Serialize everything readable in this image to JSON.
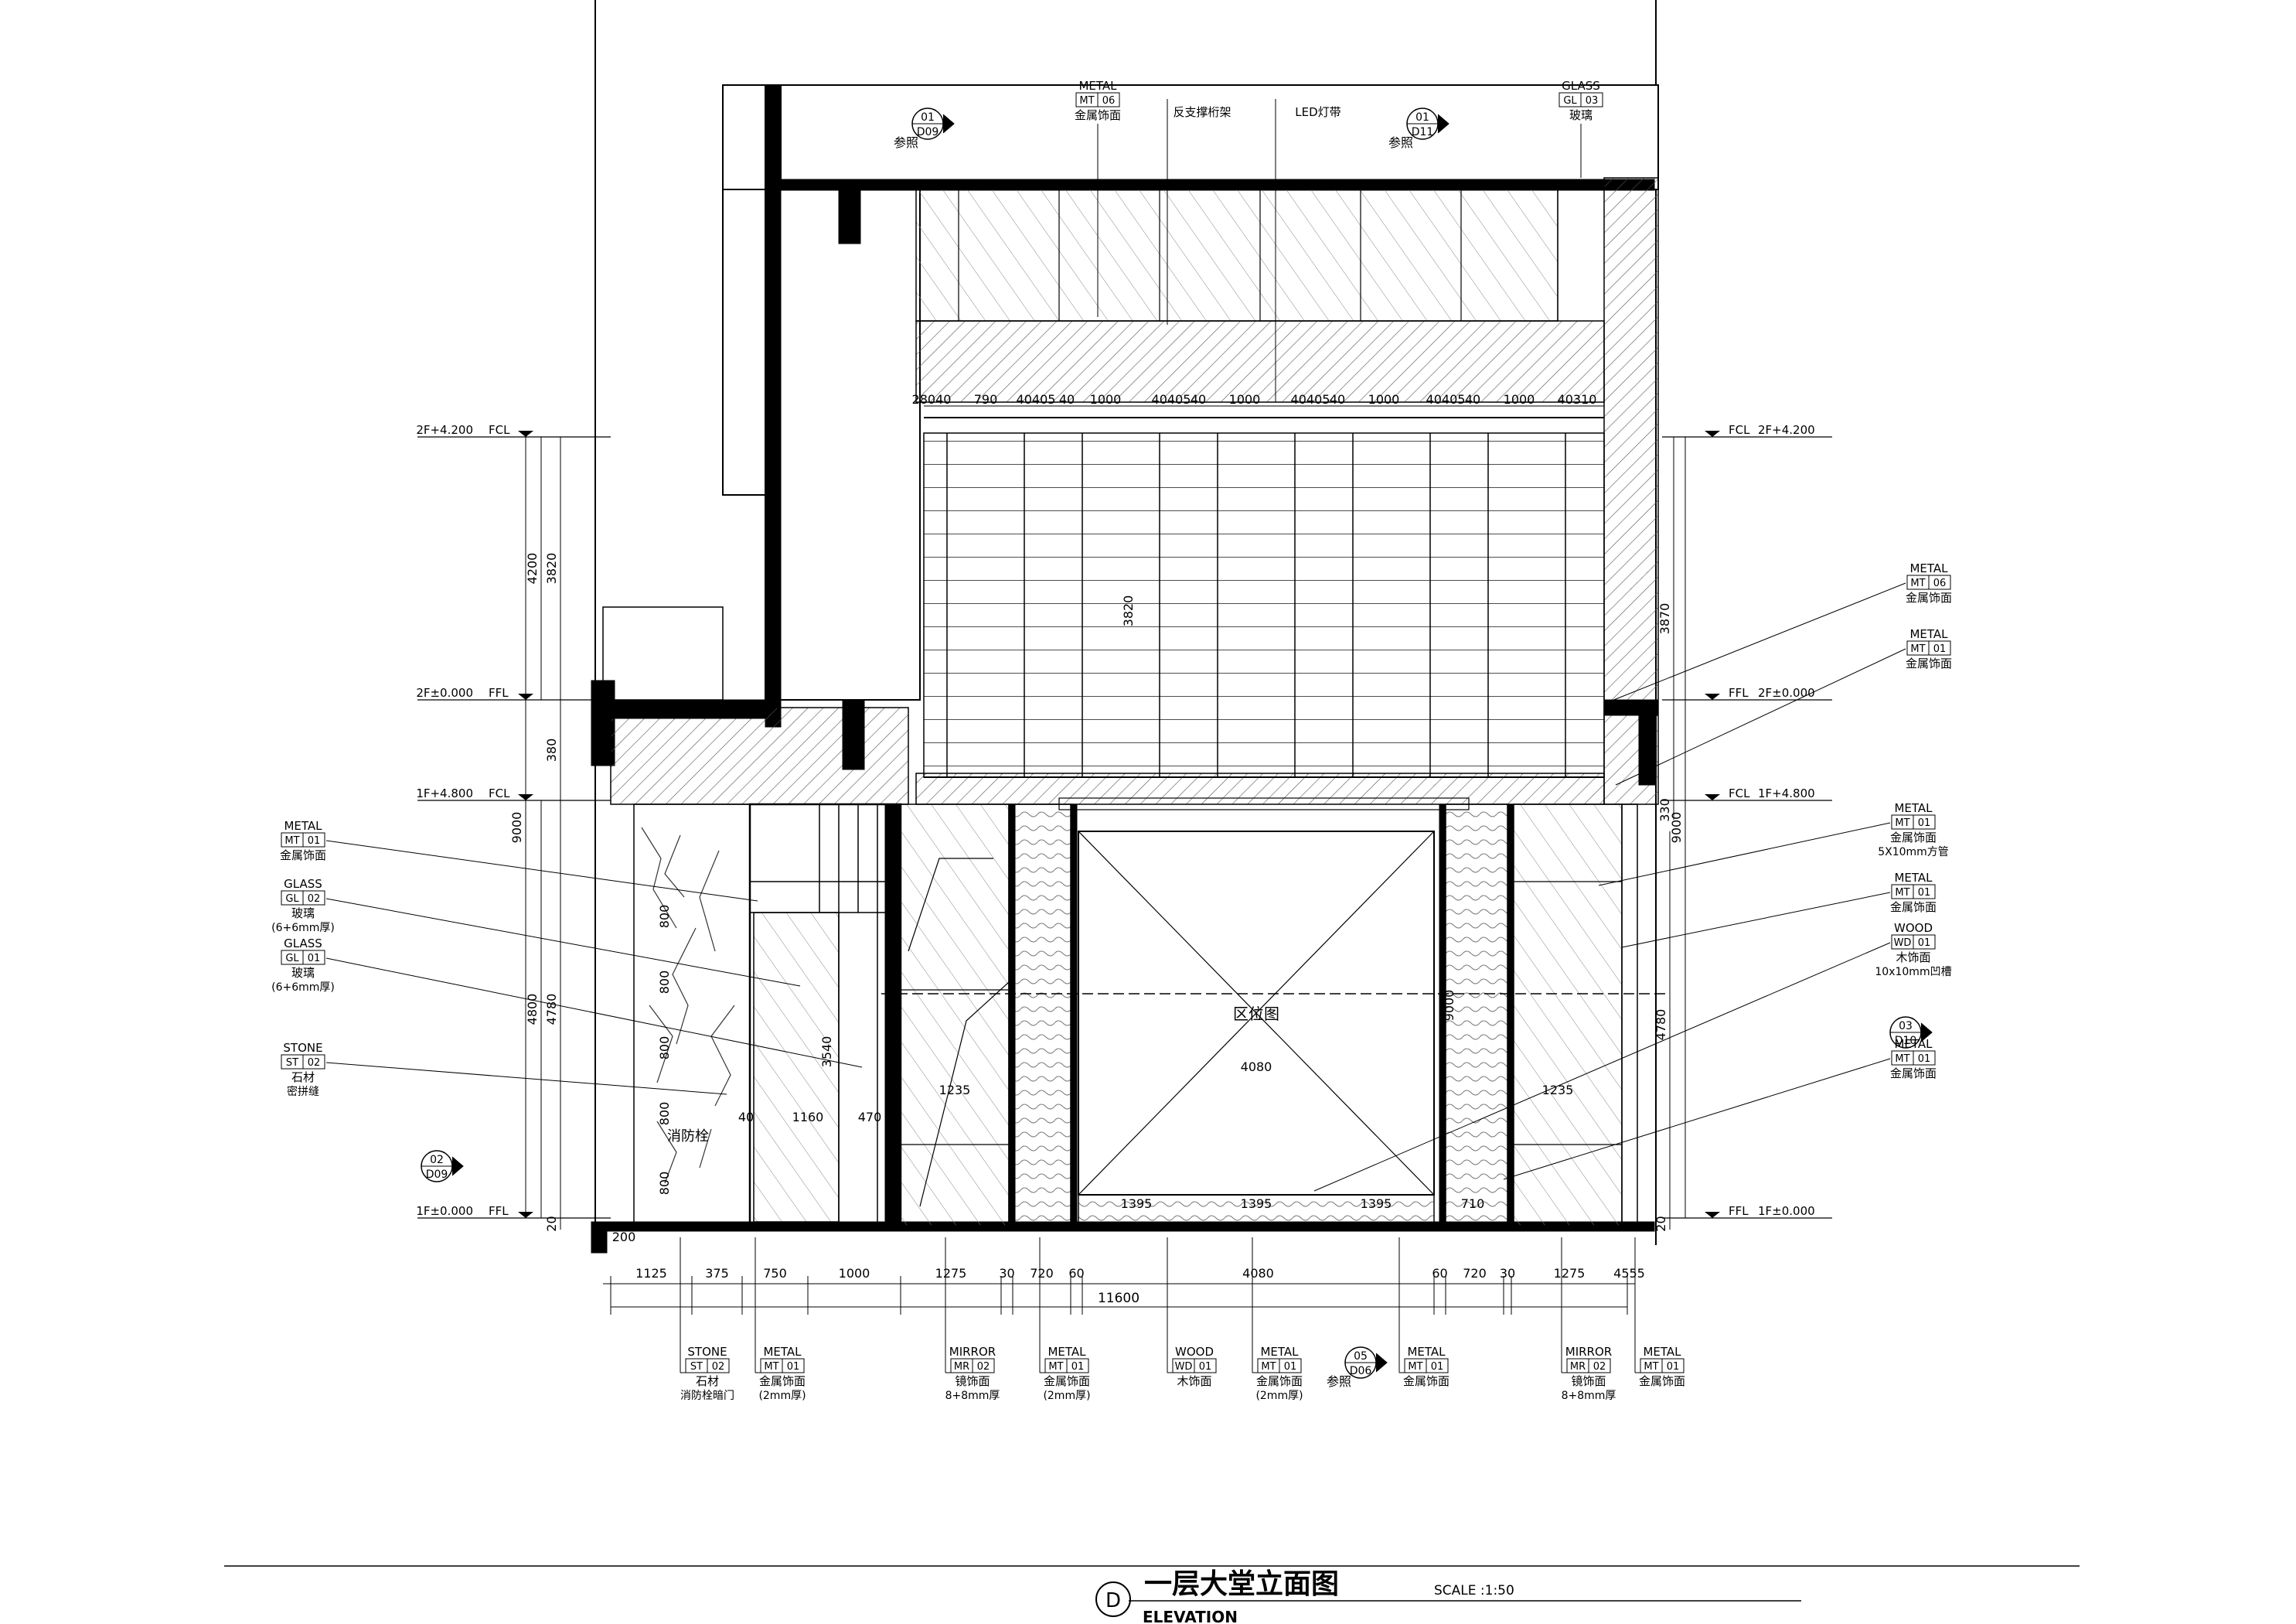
{
  "drawing": {
    "title_cn": "一层大堂立面图",
    "title_en": "ELEVATION",
    "scale": "SCALE :1:50",
    "view_letter": "D",
    "centre_label": "区位图"
  },
  "levels_left": [
    {
      "text": "2F+4.200",
      "tag": "FCL"
    },
    {
      "text": "2F±0.000",
      "tag": "FFL"
    },
    {
      "text": "1F+4.800",
      "tag": "FCL"
    },
    {
      "text": "1F±0.000",
      "tag": "FFL"
    }
  ],
  "levels_right": [
    {
      "text": "2F+4.200",
      "tag": "FCL"
    },
    {
      "text": "2F±0.000",
      "tag": "FFL"
    },
    {
      "text": "1F+4.800",
      "tag": "FCL"
    },
    {
      "text": "1F±0.000",
      "tag": "FFL"
    }
  ],
  "dims_left": [
    "4200",
    "3820",
    "380",
    "9000",
    "4800",
    "4780",
    "20"
  ],
  "dims_right": [
    "3870",
    "330",
    "9000",
    "4780",
    "20"
  ],
  "dims_bottom": {
    "segments": [
      "1125",
      "375",
      "750",
      "1000",
      "1275",
      "30",
      "720",
      "60",
      "4080",
      "60",
      "720",
      "30",
      "1275",
      "4555"
    ],
    "total": "11600",
    "offset": "200"
  },
  "dims_top_grid": [
    "28040",
    "790",
    "40405",
    "40",
    "1000",
    "40405",
    "40",
    "1000",
    "40405",
    "40",
    "1000",
    "40405",
    "40",
    "1000",
    "40310"
  ],
  "dims_inner": [
    "1235",
    "4080",
    "1235",
    "1160",
    "40",
    "470",
    "1395",
    "1395",
    "1395",
    "710",
    "3820",
    "4080",
    "9000",
    "800",
    "800",
    "800",
    "800",
    "800",
    "3540"
  ],
  "section_marks": [
    {
      "top": "01",
      "bottom": "D09",
      "note": "参照"
    },
    {
      "top": "01",
      "bottom": "D11",
      "note": "参照"
    },
    {
      "top": "02",
      "bottom": "D09",
      "note": ""
    },
    {
      "top": "03",
      "bottom": "D10",
      "note": ""
    },
    {
      "top": "05",
      "bottom": "D06",
      "note": "参照"
    }
  ],
  "callouts_top": [
    {
      "head": "METAL",
      "code": "MT",
      "num": "06",
      "desc": "金属饰面"
    },
    {
      "head": "",
      "code": "",
      "num": "",
      "desc": "反支撑桁架"
    },
    {
      "head": "",
      "code": "",
      "num": "",
      "desc": "LED灯带"
    },
    {
      "head": "GLASS",
      "code": "GL",
      "num": "03",
      "desc": "玻璃"
    }
  ],
  "callouts_left": [
    {
      "head": "METAL",
      "code": "MT",
      "num": "01",
      "desc": "金属饰面",
      "desc2": ""
    },
    {
      "head": "GLASS",
      "code": "GL",
      "num": "02",
      "desc": "玻璃",
      "desc2": "(6+6mm厚)"
    },
    {
      "head": "GLASS",
      "code": "GL",
      "num": "01",
      "desc": "玻璃",
      "desc2": "(6+6mm厚)"
    },
    {
      "head": "STONE",
      "code": "ST",
      "num": "02",
      "desc": "石材",
      "desc2": "密拼缝"
    }
  ],
  "callouts_right": [
    {
      "head": "METAL",
      "code": "MT",
      "num": "06",
      "desc": "金属饰面",
      "desc2": ""
    },
    {
      "head": "METAL",
      "code": "MT",
      "num": "01",
      "desc": "金属饰面",
      "desc2": ""
    },
    {
      "head": "METAL",
      "code": "MT",
      "num": "01",
      "desc": "金属饰面",
      "desc2": "5X10mm方管"
    },
    {
      "head": "METAL",
      "code": "MT",
      "num": "01",
      "desc": "金属饰面",
      "desc2": ""
    },
    {
      "head": "WOOD",
      "code": "WD",
      "num": "01",
      "desc": "木饰面",
      "desc2": "10x10mm凹槽"
    },
    {
      "head": "METAL",
      "code": "MT",
      "num": "01",
      "desc": "金属饰面",
      "desc2": ""
    }
  ],
  "callouts_bottom": [
    {
      "head": "STONE",
      "code": "ST",
      "num": "02",
      "desc": "石材",
      "desc2": "消防栓暗门"
    },
    {
      "head": "METAL",
      "code": "MT",
      "num": "01",
      "desc": "金属饰面",
      "desc2": "(2mm厚)"
    },
    {
      "head": "MIRROR",
      "code": "MR",
      "num": "02",
      "desc": "镜饰面",
      "desc2": "8+8mm厚"
    },
    {
      "head": "METAL",
      "code": "MT",
      "num": "01",
      "desc": "金属饰面",
      "desc2": "(2mm厚)"
    },
    {
      "head": "WOOD",
      "code": "WD",
      "num": "01",
      "desc": "木饰面",
      "desc2": ""
    },
    {
      "head": "METAL",
      "code": "MT",
      "num": "01",
      "desc": "金属饰面",
      "desc2": "(2mm厚)"
    },
    {
      "head": "METAL",
      "code": "MT",
      "num": "01",
      "desc": "金属饰面",
      "desc2": ""
    },
    {
      "head": "MIRROR",
      "code": "MR",
      "num": "02",
      "desc": "镜饰面",
      "desc2": "8+8mm厚"
    },
    {
      "head": "METAL",
      "code": "MT",
      "num": "01",
      "desc": "金属饰面",
      "desc2": ""
    }
  ],
  "notes": [
    "消防栓"
  ]
}
